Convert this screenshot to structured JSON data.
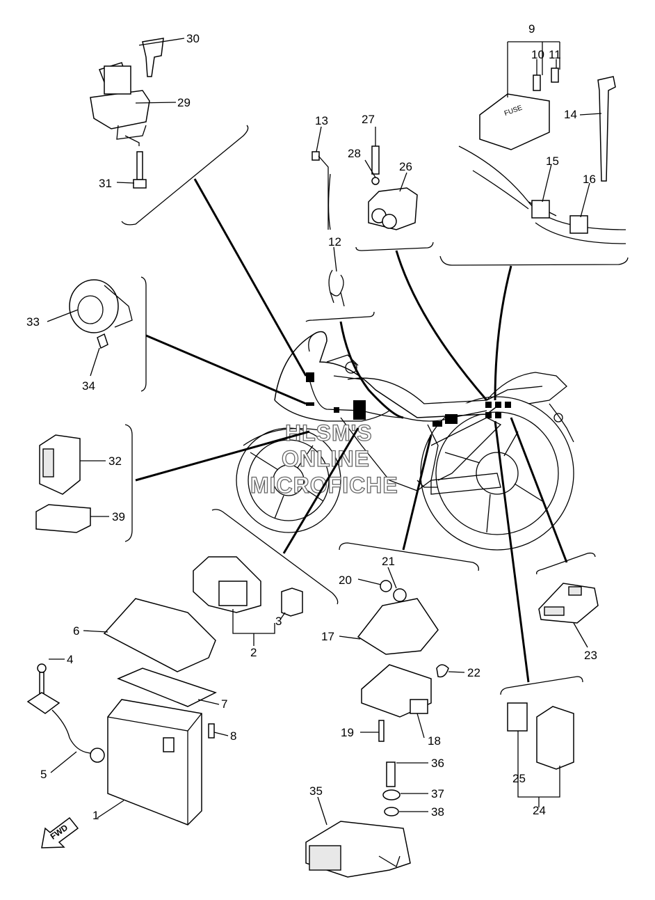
{
  "watermark": {
    "line1": "HLSM'S",
    "line2": "ONLINE",
    "line3": "MICROFICHE"
  },
  "fwd_label": "FWD",
  "fuse_box_text": "FUSE",
  "callouts": {
    "c1": "1",
    "c2": "2",
    "c3": "3",
    "c4": "4",
    "c5": "5",
    "c6": "6",
    "c7": "7",
    "c8": "8",
    "c9": "9",
    "c10": "10",
    "c11": "11",
    "c12": "12",
    "c13": "13",
    "c14": "14",
    "c15": "15",
    "c16": "16",
    "c17": "17",
    "c18": "18",
    "c19": "19",
    "c20": "20",
    "c21": "21",
    "c22": "22",
    "c23": "23",
    "c24": "24",
    "c25": "25",
    "c26": "26",
    "c27": "27",
    "c28": "28",
    "c29": "29",
    "c30": "30",
    "c31": "31",
    "c32": "32",
    "c33": "33",
    "c34": "34",
    "c35": "35",
    "c36": "36",
    "c37": "37",
    "c38": "38",
    "c39": "39"
  }
}
